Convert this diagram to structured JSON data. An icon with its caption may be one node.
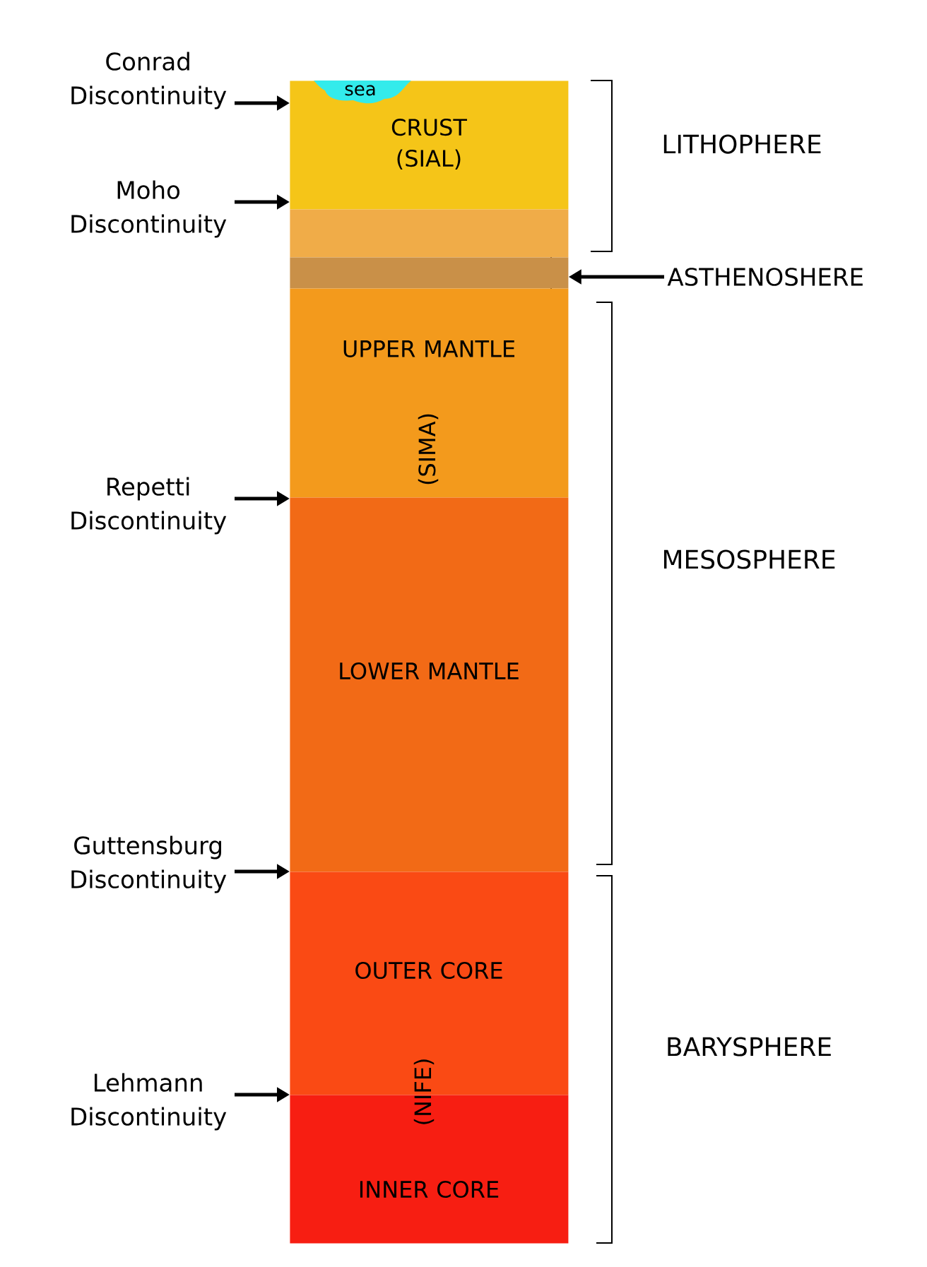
{
  "diagram": {
    "nodes": [
      {
        "text": [
          "Conrad Discontinuity"
        ]
      },
      {
        "text": [
          "CRUST (SIAL)"
        ]
      },
      {
        "text": [
          "sea"
        ],
        "in": 1
      },
      {
        "text": [
          "Moho Discontinuity"
        ]
      },
      {
        "text": [],
        "shape": "band"
      },
      {
        "text": [],
        "shape": "band"
      },
      {
        "text": [
          "ASTHENOSHERE"
        ]
      },
      {
        "text": [
          "UPPER MANTLE"
        ]
      },
      {
        "text": [
          "Repetti Discontinuity"
        ]
      },
      {
        "text": [
          "LOWER MANTLE"
        ]
      },
      {
        "text": [
          "Guttensburg Discontinuity"
        ]
      },
      {
        "text": [
          "OUTER CORE"
        ]
      },
      {
        "text": [
          "Lehmann Discontinuity"
        ]
      },
      {
        "text": [
          "INNER CORE"
        ]
      }
    ],
    "edges": [
      {
        "from": 0,
        "to": 1,
        "arrow": "to"
      },
      {
        "from": 3,
        "to": 4,
        "arrow": "to"
      },
      {
        "from": 6,
        "to": 5,
        "arrow": "to"
      },
      {
        "from": 8,
        "to": 7,
        "arrow": "to"
      },
      {
        "from": 10,
        "to": 11,
        "arrow": "to"
      },
      {
        "from": 12,
        "to": 13,
        "arrow": "to"
      }
    ],
    "labels": [
      "LITHOPHERE",
      "(SIMA)",
      "MESOSPHERE",
      "BARYSPHERE",
      "(NIFE)"
    ]
  }
}
